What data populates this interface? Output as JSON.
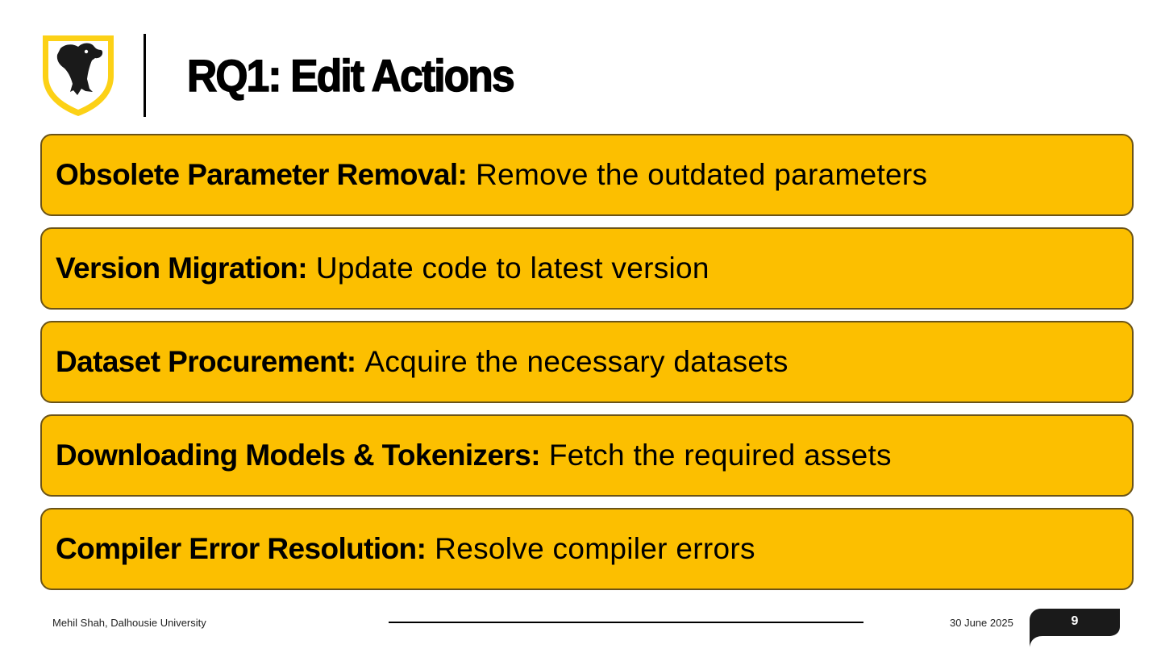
{
  "slide": {
    "title": "RQ1: Edit Actions"
  },
  "logo": {
    "icon": "university-shield-icon",
    "shield_color": "#fcd116",
    "bird_color": "#1a1a1a"
  },
  "actions": [
    {
      "name": "Obsolete Parameter Removal",
      "separator": ": ",
      "description": "Remove the outdated parameters"
    },
    {
      "name": "Version Migration",
      "separator": ": ",
      "description": "Update code to latest version"
    },
    {
      "name": "Dataset Procurement",
      "separator": ": ",
      "description": "Acquire the necessary datasets"
    },
    {
      "name": "Downloading Models & Tokenizers",
      "separator": ": ",
      "description": "Fetch the required assets"
    },
    {
      "name": "Compiler Error Resolution",
      "separator": ": ",
      "description": "Resolve compiler errors"
    }
  ],
  "colors": {
    "box_fill": "#fcbf00",
    "box_border": "#6b5317",
    "page_tab": "#1a1a1a"
  },
  "footer": {
    "author": "Mehil Shah, Dalhousie University",
    "date": "30 June 2025",
    "page_number": "9"
  }
}
